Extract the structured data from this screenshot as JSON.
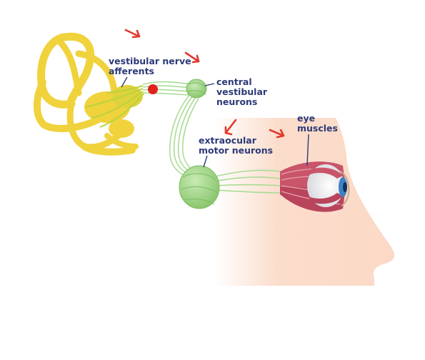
{
  "labels": {
    "vestibular_afferents": "vestibular nerve\nafferents",
    "central_neurons": "central\nvestibular\nneurons",
    "motor_neurons": "extraocular\nmotor neurons",
    "eye_muscles": "eye\nmuscles"
  },
  "colors": {
    "label_text": "#2d3a78",
    "inner_ear": "#f0d23c",
    "nerve": "#9fd68a",
    "ganglion": "#94cf77",
    "signal_dot": "#e2211c",
    "arrow": "#e2382c",
    "skin": "#fbd9c6",
    "muscle": "#c9556a",
    "iris": "#3f82c4"
  },
  "icons": {
    "arrows": [
      "signal-arrow-icon",
      "signal-arrow-icon",
      "signal-arrow-icon",
      "signal-arrow-icon"
    ]
  }
}
